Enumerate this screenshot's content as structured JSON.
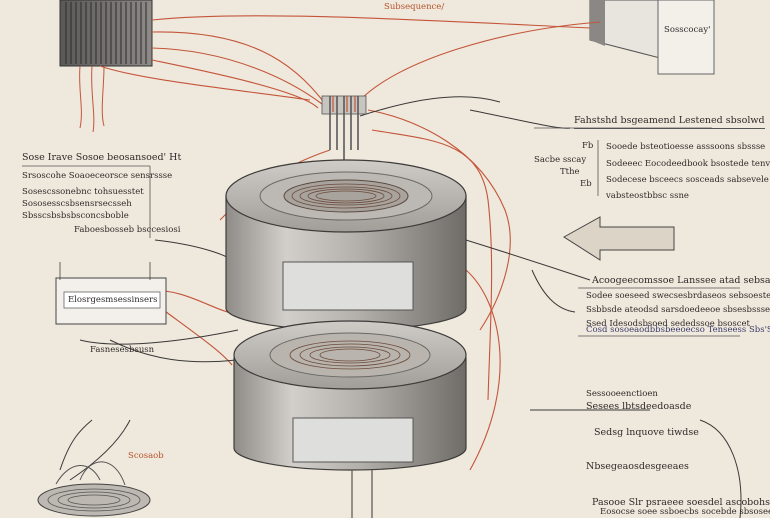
{
  "diagram": {
    "colors": {
      "background": "#efe8dc",
      "wire": "#c4553a",
      "metal_light": "#d9d6d1",
      "metal_mid": "#a8a5a0",
      "metal_dark": "#6e6b68",
      "label_panel": "#dcdcdc"
    },
    "top_center_label": "Subsequence/",
    "top_right_panel": {
      "label": "Sosscocay'"
    },
    "right_upper": {
      "header": "Fahstshd bsgeamend Lestened sbsolwd",
      "side_label_1": "Fb",
      "side_label_2": "Sacbe sscay",
      "side_label_3": "Tthe",
      "side_label_4": "Eb",
      "lines": [
        "Sooede bsteotioesse asssoons sbssse",
        "Sodeeec Eocodeedbook bsostede tenvae",
        "Sodecese bsceecs sosceads sabsevele",
        "vabsteostbbsc ssne"
      ]
    },
    "left_upper": {
      "header": "Sose Irave Sosoe beosansoed' Ht",
      "lines": [
        "Srsoscohe Soaoeceorsce sensrssse",
        "Sosescssonebnc tohsuesstet",
        "Sososesscsbsensrsecsseh",
        "Sbsscsbsbsbsconcsboble",
        "Faboesbosseb bsccesiosi"
      ]
    },
    "left_device": {
      "label": "Elosrgesmsessinsers",
      "caption": "Fasnesesbsusn"
    },
    "right_middle": {
      "header": "Acoogeecomssoe Lanssee atad sebsaede bsi",
      "lines": [
        "Sodee soeseed  swecsesbrdaseos sebsoeste",
        "Ssbbsde ateodsd sarsdoedeeoe sbsesbsssesoeb",
        "Ssed Idesodsbsoed sededssoe bsoscet",
        "Cosd sosoeaodbbsbeeoecso Tenseess Sbs'S"
      ]
    },
    "right_lower": {
      "header_small": "Sessooeenctioen",
      "header": "Sesees lbtsdeedoasde",
      "item_1": "Sedsg lnquove tiwdse",
      "item_2": "Nbsegeaosdesgeeaes",
      "footer": "Pasooe Slr psraeee soesdel ascobohsdese",
      "footer_sub": "Eosocse soee ssboecbs socebde sbsosee"
    },
    "bottom_left": {
      "label": "Scosaob"
    }
  }
}
